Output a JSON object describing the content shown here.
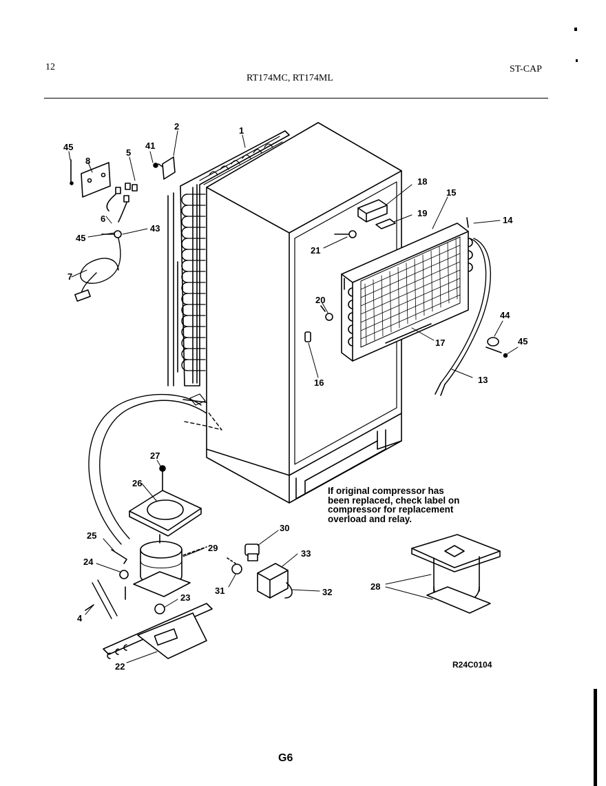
{
  "header": {
    "page_number": "12",
    "models": "RT174MC, RT174ML",
    "section": "ST-CAP"
  },
  "note": "If original compressor has\nbeen replaced, check label on\ncompressor for replacement\noverload and relay.",
  "drawing_number": "R24C0104",
  "footer": "G6",
  "callouts": {
    "c1": "1",
    "c2": "2",
    "c4": "4",
    "c5": "5",
    "c6": "6",
    "c7": "7",
    "c8": "8",
    "c13": "13",
    "c14": "14",
    "c15": "15",
    "c16": "16",
    "c17": "17",
    "c18": "18",
    "c19": "19",
    "c20": "20",
    "c21": "21",
    "c22": "22",
    "c23": "23",
    "c24": "24",
    "c25": "25",
    "c26": "26",
    "c27": "27",
    "c28": "28",
    "c28b": "28",
    "c29": "29",
    "c30": "30",
    "c31": "31",
    "c32": "32",
    "c33": "33",
    "c41": "41",
    "c43": "43",
    "c44": "44",
    "c45a": "45",
    "c45b": "45",
    "c45c": "45"
  }
}
